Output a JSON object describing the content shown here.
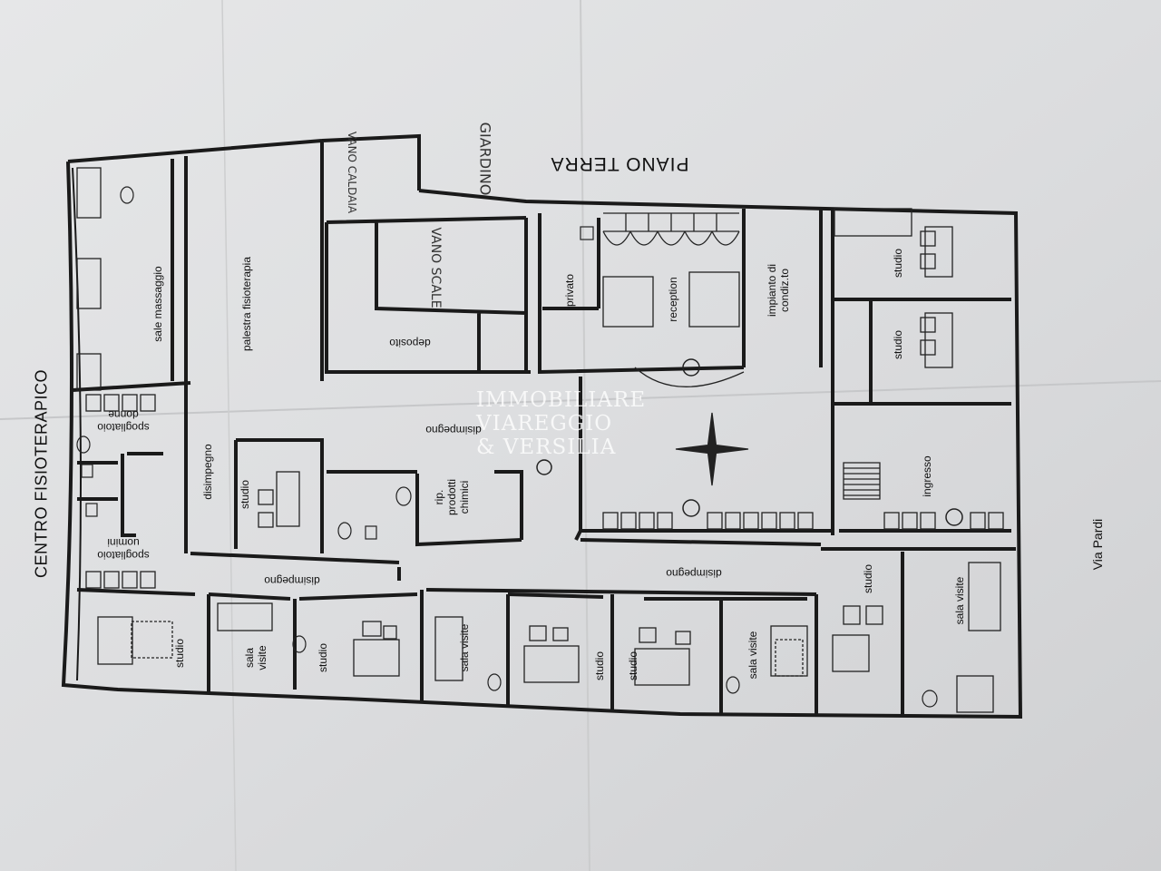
{
  "title": {
    "floor": "PIANO TERRA",
    "centre": "CENTRO FISIOTERAPICO"
  },
  "street": "Via Pardi",
  "rooms": {
    "giardino": "GIARDINO",
    "vano_caldaia": "VANO CALDAIA",
    "vano_scale": "VANO SCALE",
    "palestra_fisioterapia": "palestra fisioterapia",
    "sale_massaggio": "sale massaggio",
    "deposito": "deposito",
    "privato": "privato",
    "reception": "reception",
    "impianto_line1": "impianto di",
    "impianto_line2": "condiz.to",
    "studio": "studio",
    "disimpegno": "disimpegno",
    "ingresso": "ingresso",
    "spogliatoio": "spogliatoio",
    "donne": "donne",
    "uomini": "uomini",
    "rip_line1": "rip.",
    "rip_line2": "prodotti",
    "rip_line3": "chimici",
    "sala": "sala",
    "visite": "visite",
    "sala_visite": "sala visite"
  },
  "watermark": {
    "line1": "IMMOBILIARE",
    "line2": "VIAREGGIO",
    "line3": "& VERSILIA"
  }
}
